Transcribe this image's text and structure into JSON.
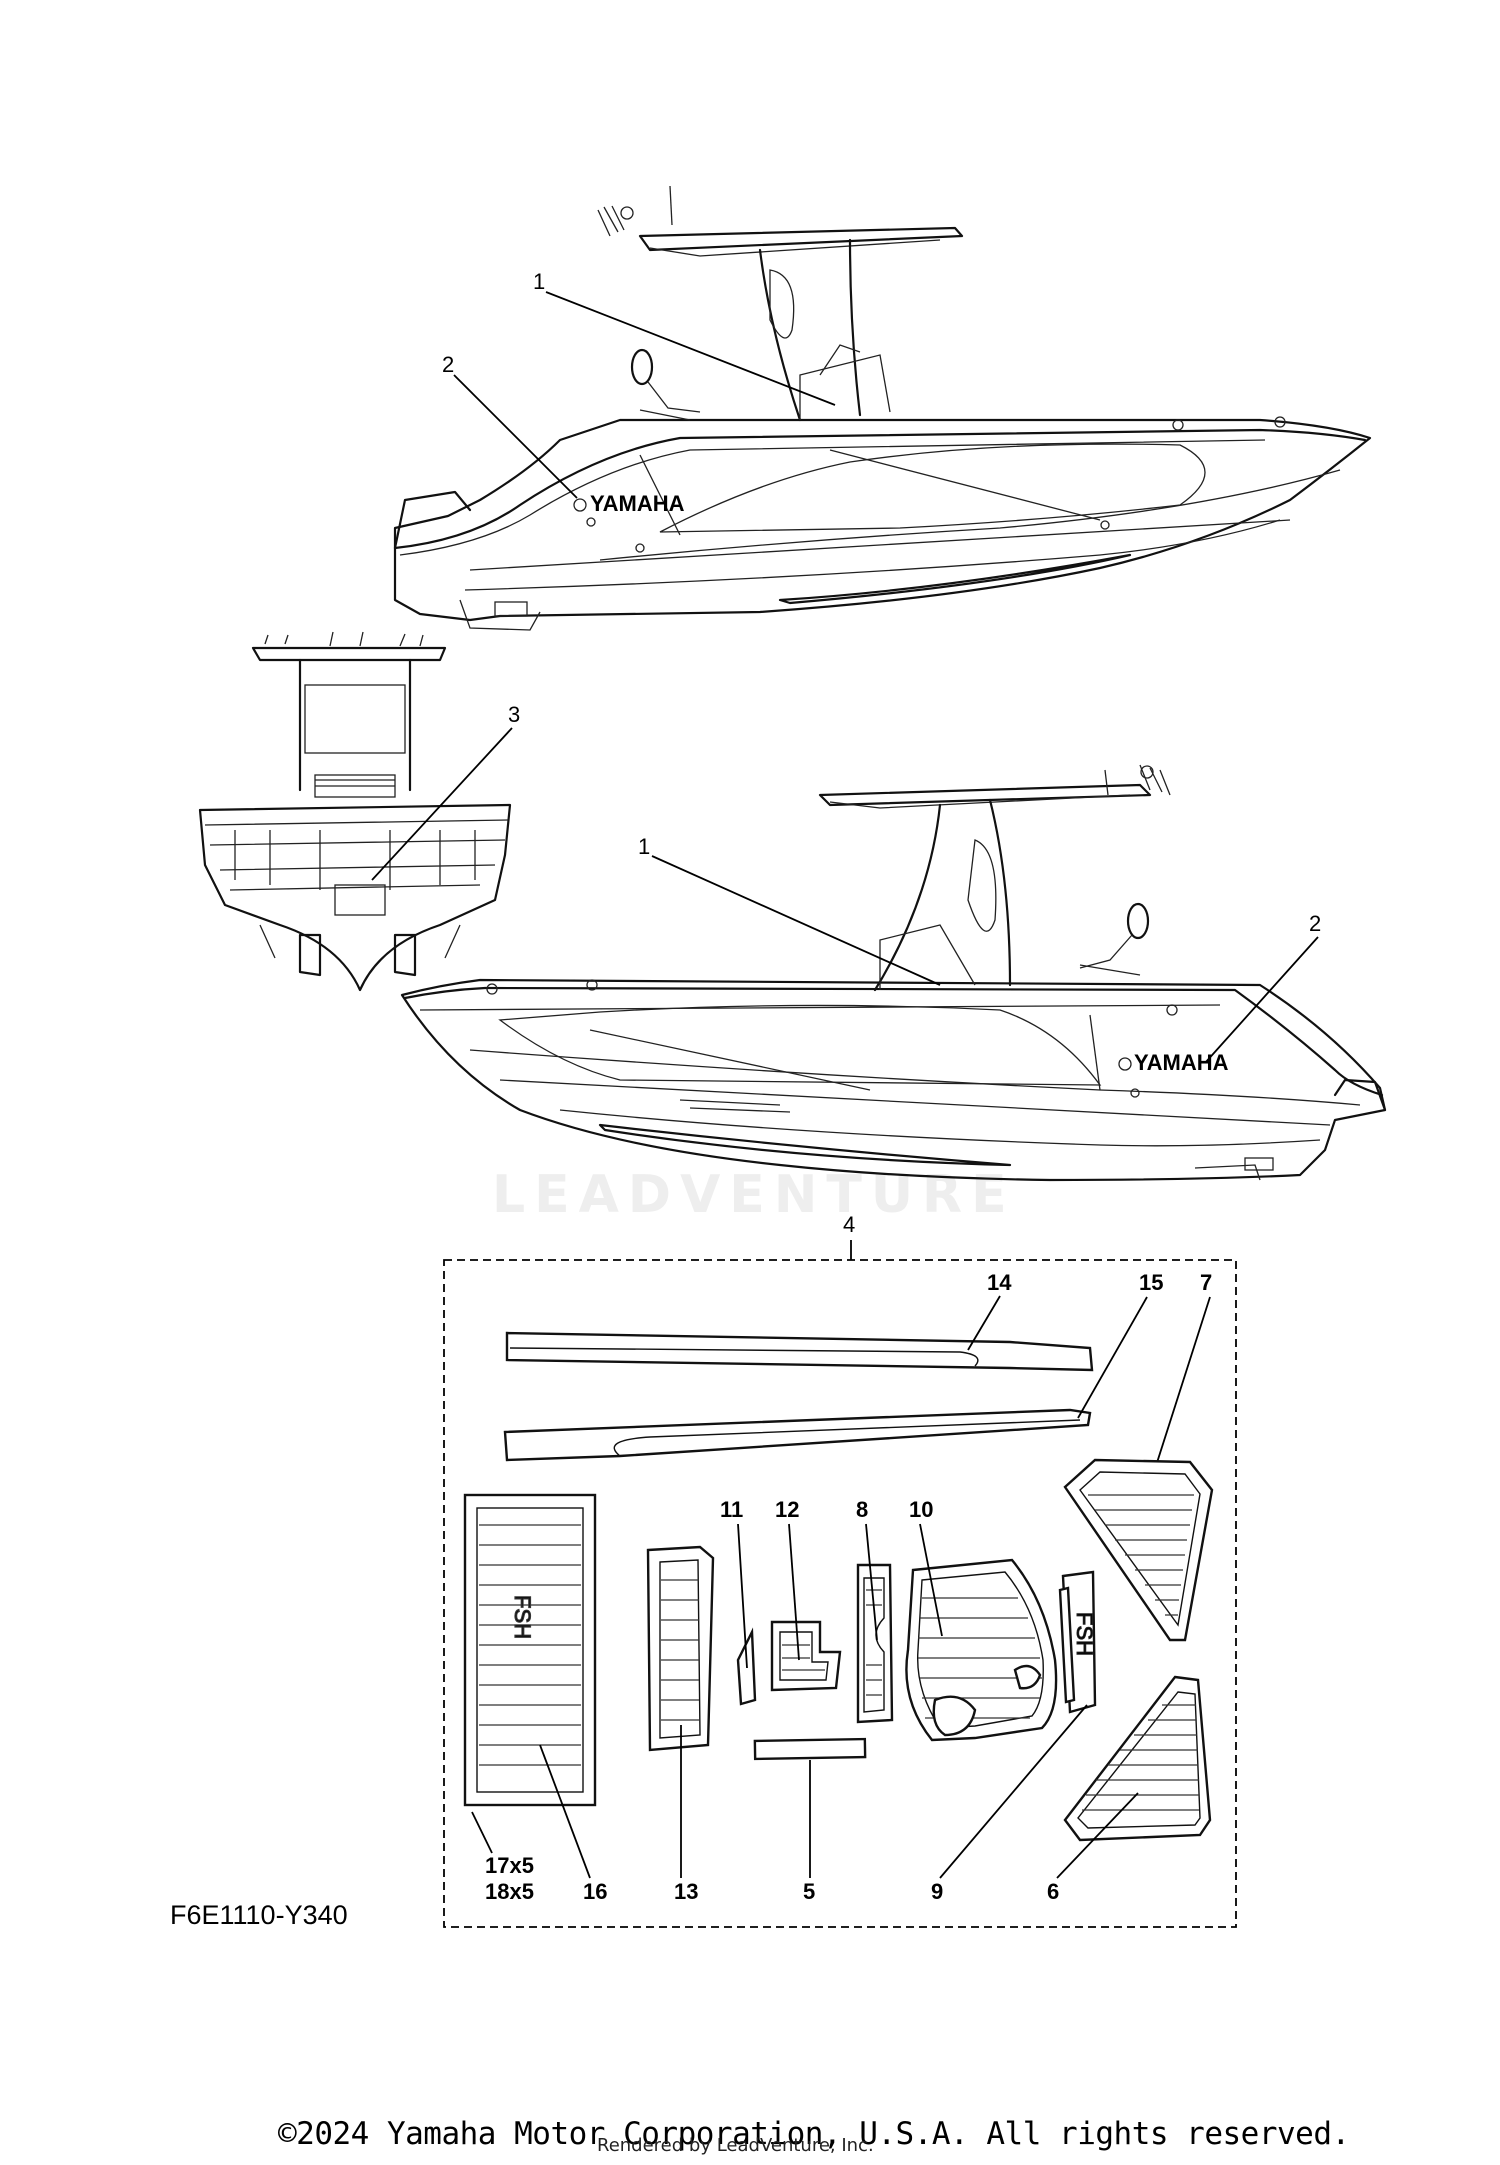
{
  "diagram_code": "F6E1110-Y340",
  "copyright": "©2024 Yamaha Motor Corporation, U.S.A. All rights reserved.",
  "rendered_by": "Rendered by LeadVenture, Inc.",
  "watermark": "LEADVENTURE",
  "hull_brand": "YAMAHA",
  "decal_word": "FSH",
  "callouts": {
    "c1_top": "1",
    "c2_top": "2",
    "c3": "3",
    "c1_mid": "1",
    "c2_mid": "2",
    "c4": "4",
    "c14": "14",
    "c15": "15",
    "c7": "7",
    "c11": "11",
    "c12": "12",
    "c8": "8",
    "c10": "10",
    "c17x5": "17x5",
    "c18x5": "18x5",
    "c16": "16",
    "c13": "13",
    "c5": "5",
    "c9": "9",
    "c6": "6"
  }
}
